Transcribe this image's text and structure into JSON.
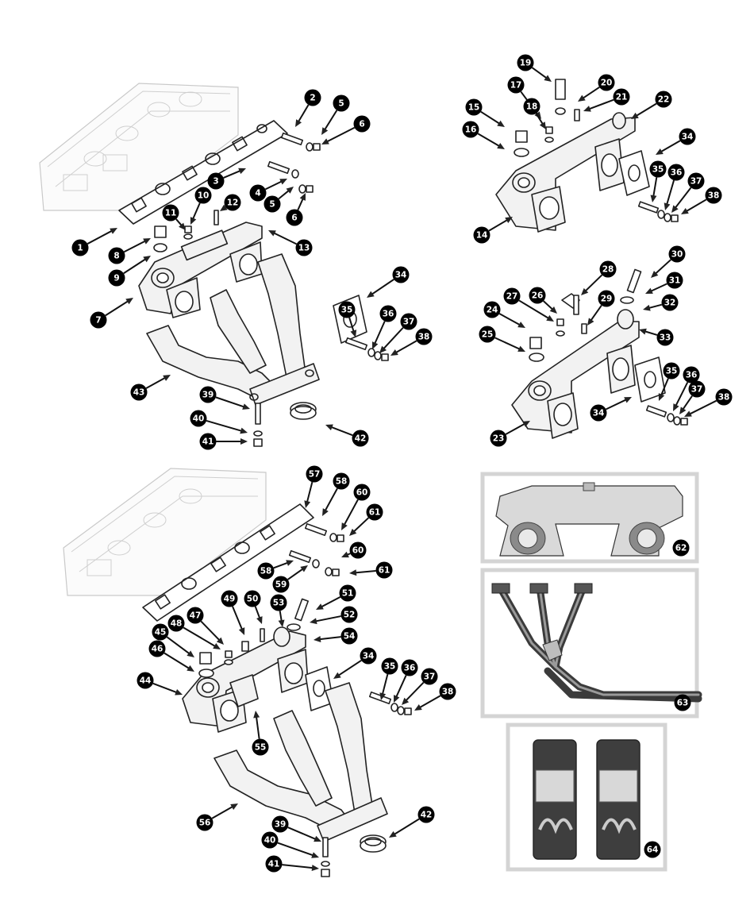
{
  "diagram": {
    "labels": [
      "1",
      "2",
      "3",
      "4",
      "5",
      "6",
      "7",
      "8",
      "9",
      "10",
      "11",
      "12",
      "13",
      "14",
      "15",
      "16",
      "17",
      "18",
      "19",
      "20",
      "21",
      "22",
      "23",
      "24",
      "25",
      "26",
      "27",
      "28",
      "29",
      "30",
      "31",
      "32",
      "33",
      "34",
      "35",
      "36",
      "37",
      "38",
      "39",
      "40",
      "41",
      "42",
      "43",
      "44",
      "45",
      "46",
      "47",
      "48",
      "49",
      "50",
      "51",
      "52",
      "53",
      "54",
      "55",
      "56",
      "57",
      "58",
      "59",
      "60",
      "61",
      "62",
      "63",
      "64"
    ],
    "callouts": [
      {
        "n": "1"
      },
      {
        "n": "2"
      },
      {
        "n": "3"
      },
      {
        "n": "4"
      },
      {
        "n": "5"
      },
      {
        "n": "5"
      },
      {
        "n": "6"
      },
      {
        "n": "6"
      },
      {
        "n": "7"
      },
      {
        "n": "8"
      },
      {
        "n": "9"
      },
      {
        "n": "10"
      },
      {
        "n": "11"
      },
      {
        "n": "12"
      },
      {
        "n": "13"
      },
      {
        "n": "34"
      },
      {
        "n": "35"
      },
      {
        "n": "36"
      },
      {
        "n": "37"
      },
      {
        "n": "38"
      },
      {
        "n": "39"
      },
      {
        "n": "40"
      },
      {
        "n": "41"
      },
      {
        "n": "42"
      },
      {
        "n": "43"
      },
      {
        "n": "14"
      },
      {
        "n": "15"
      },
      {
        "n": "16"
      },
      {
        "n": "17"
      },
      {
        "n": "18"
      },
      {
        "n": "19"
      },
      {
        "n": "20"
      },
      {
        "n": "21"
      },
      {
        "n": "22"
      },
      {
        "n": "34"
      },
      {
        "n": "35"
      },
      {
        "n": "36"
      },
      {
        "n": "37"
      },
      {
        "n": "38"
      },
      {
        "n": "23"
      },
      {
        "n": "24"
      },
      {
        "n": "25"
      },
      {
        "n": "26"
      },
      {
        "n": "27"
      },
      {
        "n": "28"
      },
      {
        "n": "29"
      },
      {
        "n": "30"
      },
      {
        "n": "31"
      },
      {
        "n": "32"
      },
      {
        "n": "33"
      },
      {
        "n": "34"
      },
      {
        "n": "35"
      },
      {
        "n": "36"
      },
      {
        "n": "37"
      },
      {
        "n": "38"
      },
      {
        "n": "57"
      },
      {
        "n": "58"
      },
      {
        "n": "58"
      },
      {
        "n": "59"
      },
      {
        "n": "60"
      },
      {
        "n": "60"
      },
      {
        "n": "61"
      },
      {
        "n": "61"
      },
      {
        "n": "44"
      },
      {
        "n": "45"
      },
      {
        "n": "46"
      },
      {
        "n": "47"
      },
      {
        "n": "48"
      },
      {
        "n": "49"
      },
      {
        "n": "50"
      },
      {
        "n": "51"
      },
      {
        "n": "52"
      },
      {
        "n": "53"
      },
      {
        "n": "54"
      },
      {
        "n": "55"
      },
      {
        "n": "56"
      },
      {
        "n": "34"
      },
      {
        "n": "35"
      },
      {
        "n": "36"
      },
      {
        "n": "37"
      },
      {
        "n": "38"
      },
      {
        "n": "39"
      },
      {
        "n": "40"
      },
      {
        "n": "41"
      },
      {
        "n": "42"
      },
      {
        "n": "62"
      },
      {
        "n": "63"
      },
      {
        "n": "64"
      }
    ]
  },
  "colors": {
    "badge": "#000000",
    "badge_text": "#ffffff",
    "frame": "#d4d4d4",
    "line": "#222222"
  }
}
